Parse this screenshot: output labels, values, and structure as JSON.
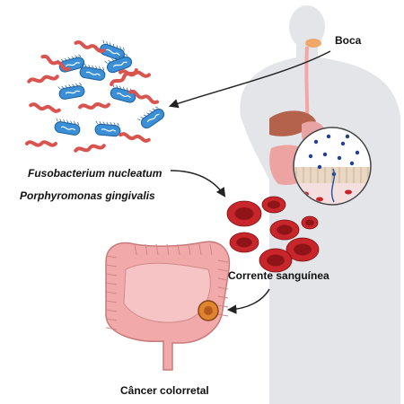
{
  "labels": {
    "mouth": "Boca",
    "bacterium_1": "Fusobacterium nucleatum",
    "bacterium_2": "Porphyromonas gingivalis",
    "bloodstream": "Corrente sanguínea",
    "cancer": "Câncer colorretal"
  },
  "colors": {
    "bacteria_rod": "#3b8fd6",
    "bacteria_chain": "#d9534f",
    "blood_cell": "#c9262c",
    "intestine": "#f2a9a9",
    "tumor": "#e0852f",
    "body": "#e3e5e8",
    "arrow": "#222222"
  }
}
